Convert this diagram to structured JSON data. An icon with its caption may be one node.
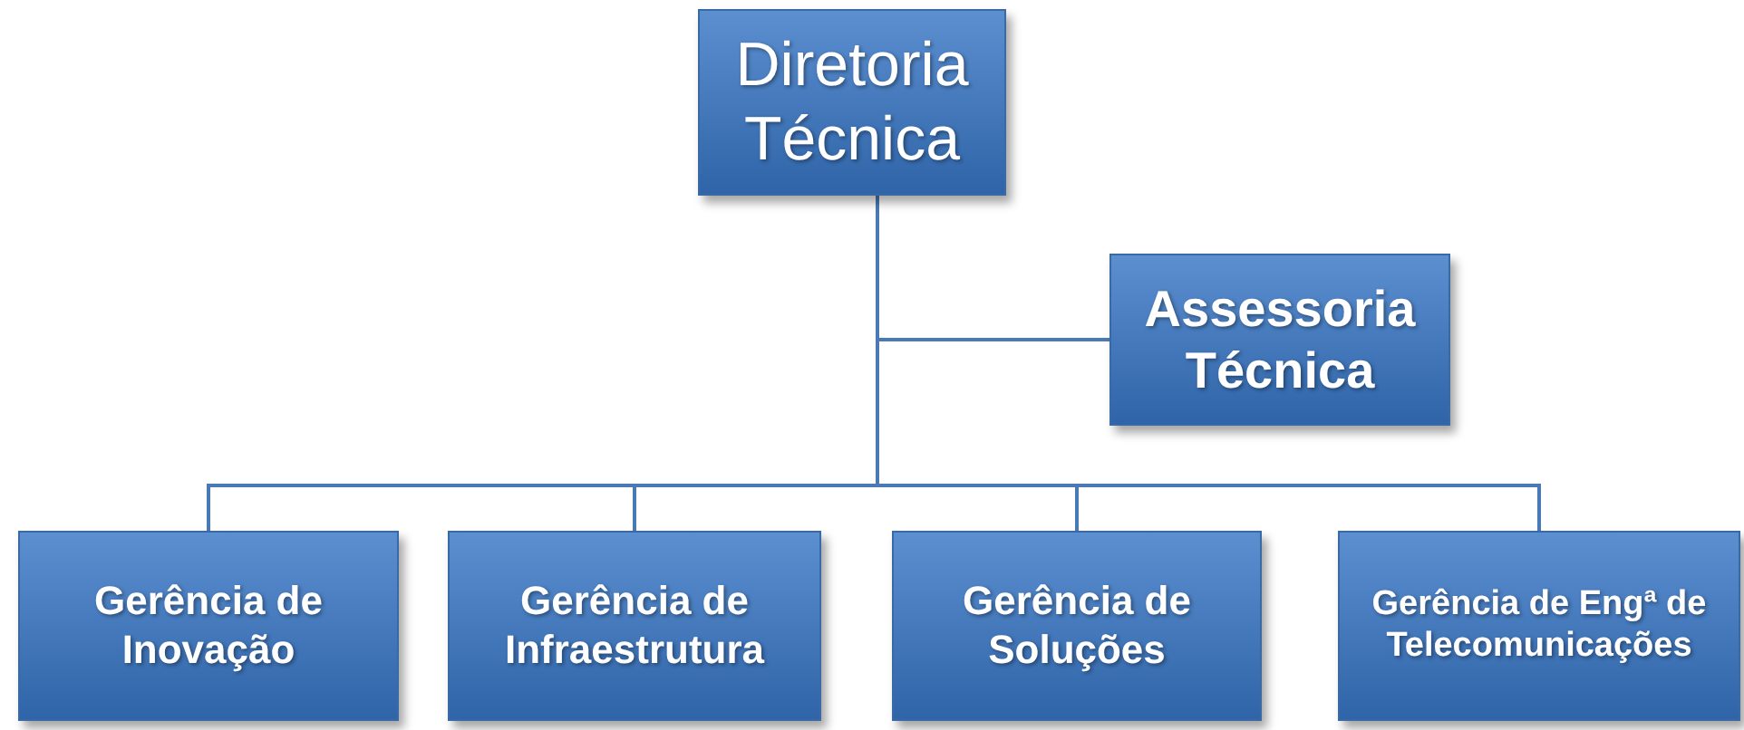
{
  "diagram": {
    "nodes": [
      {
        "text": [
          "Diretoria Técnica"
        ]
      },
      {
        "text": [
          "Assessoria Técnica"
        ]
      },
      {
        "text": [
          "Gerência de Inovação"
        ]
      },
      {
        "text": [
          "Gerência de Infraestrutura"
        ]
      },
      {
        "text": [
          "Gerência de Soluções"
        ]
      },
      {
        "text": [
          "Gerência de Engª de Telecomunicações"
        ]
      }
    ],
    "edges": [
      {
        "from": 0,
        "to": 1,
        "arrow": "none"
      },
      {
        "from": 0,
        "to": 2,
        "arrow": "none"
      },
      {
        "from": 0,
        "to": 3,
        "arrow": "none"
      },
      {
        "from": 0,
        "to": 4,
        "arrow": "none"
      },
      {
        "from": 0,
        "to": 5,
        "arrow": "none"
      }
    ]
  }
}
